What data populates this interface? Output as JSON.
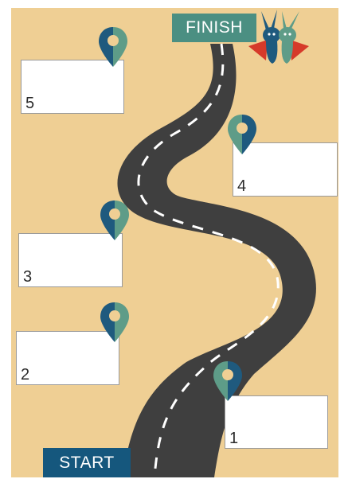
{
  "labels": {
    "finish": "FINISH",
    "start": "START"
  },
  "steps": [
    {
      "number": "1"
    },
    {
      "number": "2"
    },
    {
      "number": "3"
    },
    {
      "number": "4"
    },
    {
      "number": "5"
    }
  ],
  "colors": {
    "background": "#efcf94",
    "road": "#3f3f3f",
    "road_stripe": "#ffffff",
    "finish_banner": "#4b8f82",
    "start_banner": "#15577d",
    "pin_dark": "#1f5a7e",
    "pin_light": "#5e9c88"
  },
  "icons": [
    "map-pin-icon",
    "rabbit-mascot-icon"
  ]
}
